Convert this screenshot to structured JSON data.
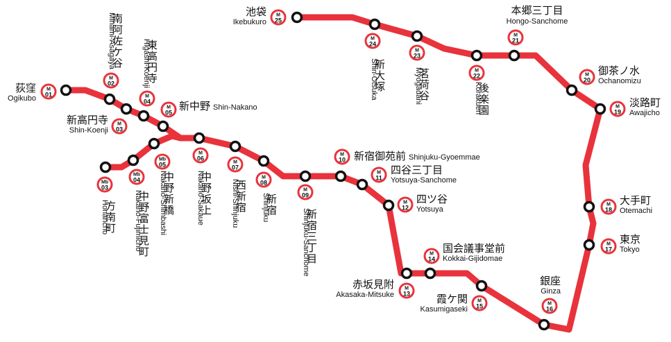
{
  "line": {
    "color": "#e8333c"
  },
  "stations": [
    {
      "code_top": "M",
      "code_num": "01",
      "jp": "荻窪",
      "en": "Ogikubo"
    },
    {
      "code_top": "M",
      "code_num": "02",
      "jp": "南阿佐ケ谷",
      "en": "Minami-Asagaya"
    },
    {
      "code_top": "M",
      "code_num": "03",
      "jp": "新高円寺",
      "en": "Shin-Koenji"
    },
    {
      "code_top": "M",
      "code_num": "04",
      "jp": "東高円寺",
      "en": "Higashi-Koenji"
    },
    {
      "code_top": "M",
      "code_num": "05",
      "jp": "新中野",
      "en": "Shin-Nakano"
    },
    {
      "code_top": "M",
      "code_num": "06",
      "jp": "中野坂上",
      "en": "Nakano-Sakaue"
    },
    {
      "code_top": "M",
      "code_num": "07",
      "jp": "西新宿",
      "en": "Nishi-Shinjuku"
    },
    {
      "code_top": "M",
      "code_num": "08",
      "jp": "新宿",
      "en": "Shinjuku"
    },
    {
      "code_top": "M",
      "code_num": "09",
      "jp": "新宿三丁目",
      "en": "Shinjuku-Sanchome"
    },
    {
      "code_top": "M",
      "code_num": "10",
      "jp": "新宿御苑前",
      "en": "Shinjuku-Gyoemmae"
    },
    {
      "code_top": "M",
      "code_num": "11",
      "jp": "四谷三丁目",
      "en": "Yotsuya-Sanchome"
    },
    {
      "code_top": "M",
      "code_num": "12",
      "jp": "四ツ谷",
      "en": "Yotsuya"
    },
    {
      "code_top": "M",
      "code_num": "13",
      "jp": "赤坂見附",
      "en": "Akasaka-Mitsuke"
    },
    {
      "code_top": "M",
      "code_num": "14",
      "jp": "国会議事堂前",
      "en": "Kokkai-Gijidomae"
    },
    {
      "code_top": "M",
      "code_num": "15",
      "jp": "霞ケ関",
      "en": "Kasumigaseki"
    },
    {
      "code_top": "M",
      "code_num": "16",
      "jp": "銀座",
      "en": "Ginza"
    },
    {
      "code_top": "M",
      "code_num": "17",
      "jp": "東京",
      "en": "Tokyo"
    },
    {
      "code_top": "M",
      "code_num": "18",
      "jp": "大手町",
      "en": "Otemachi"
    },
    {
      "code_top": "M",
      "code_num": "19",
      "jp": "淡路町",
      "en": "Awajicho"
    },
    {
      "code_top": "M",
      "code_num": "20",
      "jp": "御茶ノ水",
      "en": "Ochanomizu"
    },
    {
      "code_top": "M",
      "code_num": "21",
      "jp": "本郷三丁目",
      "en": "Hongo-Sanchome"
    },
    {
      "code_top": "M",
      "code_num": "22",
      "jp": "後楽園",
      "en": "Korakuen"
    },
    {
      "code_top": "M",
      "code_num": "23",
      "jp": "茗荷谷",
      "en": "Myogadani"
    },
    {
      "code_top": "M",
      "code_num": "24",
      "jp": "新大塚",
      "en": "Shin-Otsuka"
    },
    {
      "code_top": "M",
      "code_num": "25",
      "jp": "池袋",
      "en": "Ikebukuro"
    },
    {
      "code_top": "Mb",
      "code_num": "05",
      "jp": "中野新橋",
      "en": "Nakano-Shimbashi"
    },
    {
      "code_top": "Mb",
      "code_num": "04",
      "jp": "中野富士見町",
      "en": "Nakano-Fujimicho"
    },
    {
      "code_top": "Mb",
      "code_num": "03",
      "jp": "方南町",
      "en": "Honancho"
    }
  ]
}
